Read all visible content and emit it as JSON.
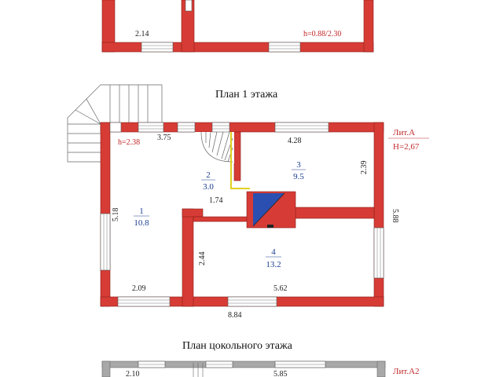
{
  "top_plan": {
    "dim_width": "2.14",
    "height_note": "h=0.88/2.30"
  },
  "floor1": {
    "title": "План 1 этажа",
    "height_note": "h=2.38",
    "lit_label": "Лит.А",
    "lit_height": "H=2,67",
    "dims": {
      "top_left": "3.75",
      "top_right": "4.28",
      "left": "5.18",
      "right": "5.88",
      "room3_side": "2.39",
      "corridor": "1.74",
      "room4_side": "2.44",
      "bottom_left": "2.09",
      "bottom_mid": "5.62",
      "overall_bottom": "8.84"
    },
    "rooms": [
      {
        "num": "1",
        "area": "10.8"
      },
      {
        "num": "2",
        "area": "3.0"
      },
      {
        "num": "3",
        "area": "9.5"
      },
      {
        "num": "4",
        "area": "13.2"
      }
    ]
  },
  "basement": {
    "title": "План цокольного этажа",
    "dim_left": "2.10",
    "dim_mid": "5.85",
    "lit_label": "Лит.А2"
  },
  "colors": {
    "wall": "#d63c35",
    "wall_edge": "#8a1c18",
    "basement_wall": "#a8a8a8",
    "room_text": "#1a3f8f",
    "lit_text": "#c0282a",
    "stove_blue": "#2a4fb0"
  }
}
